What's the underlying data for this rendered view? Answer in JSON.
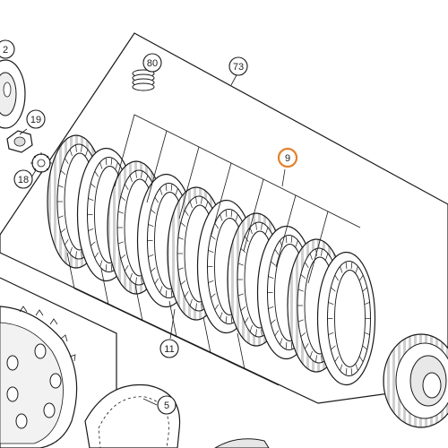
{
  "diagram": {
    "callouts": [
      {
        "id": "c2",
        "label": "2",
        "highlighted": false
      },
      {
        "id": "c19",
        "label": "19",
        "highlighted": false
      },
      {
        "id": "c18",
        "label": "18",
        "highlighted": false
      },
      {
        "id": "c80",
        "label": "80",
        "highlighted": false
      },
      {
        "id": "c73",
        "label": "73",
        "highlighted": false
      },
      {
        "id": "c9",
        "label": "9",
        "highlighted": true
      },
      {
        "id": "c11",
        "label": "11",
        "highlighted": false
      },
      {
        "id": "c5",
        "label": "5",
        "highlighted": false
      }
    ],
    "colors": {
      "line": "#1a1a1a",
      "callout_highlight": "#e2812a",
      "part_fill": "#ffffff",
      "part_shade": "#d9d9d9"
    },
    "icons": [
      "clutch-disc-stack",
      "clutch-spring",
      "clutch-hub",
      "nut",
      "washer",
      "pressure-plate",
      "gear"
    ]
  }
}
